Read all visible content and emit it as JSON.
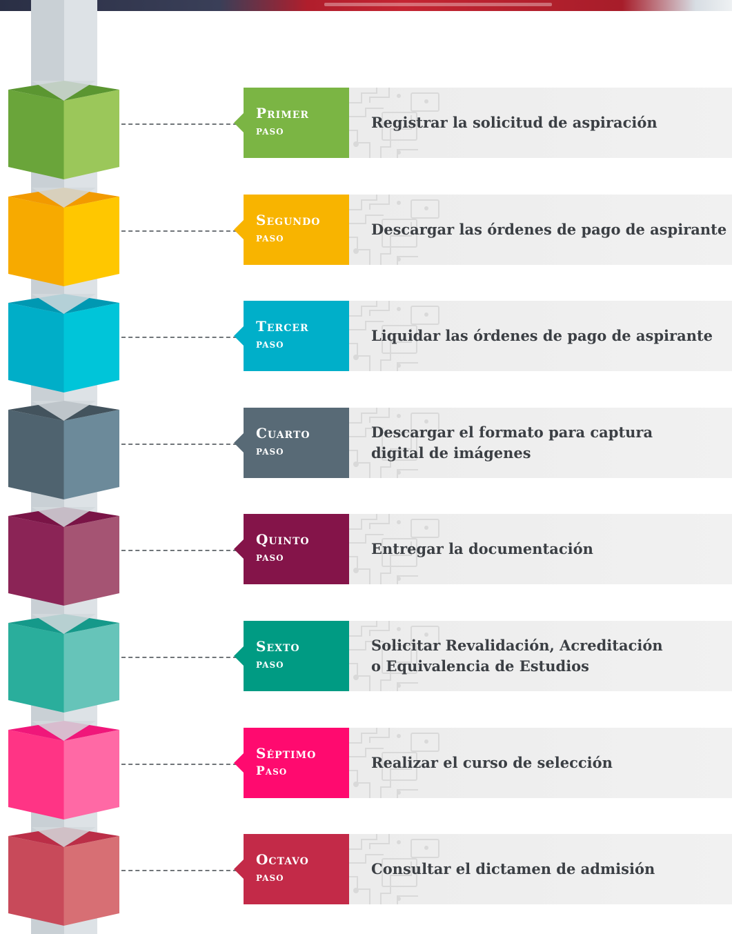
{
  "steps": [
    {
      "label1": "Primer",
      "label2": "paso",
      "description": "Registrar la solicitud de aspiración",
      "colors": {
        "tag": "#7bb544",
        "cube_front": "#6aa53a",
        "cube_side": "#9bc75a",
        "cube_top": "#5b9631"
      }
    },
    {
      "label1": "Segundo",
      "label2": "paso",
      "description": "Descargar las órdenes de pago de aspirante",
      "colors": {
        "tag": "#f8b400",
        "cube_front": "#f7aa00",
        "cube_side": "#ffc700",
        "cube_top": "#f29a00"
      }
    },
    {
      "label1": "Tercer",
      "label2": "paso",
      "description": "Liquidar las órdenes de pago de aspirante",
      "colors": {
        "tag": "#00afc9",
        "cube_front": "#00aec8",
        "cube_side": "#00c5d9",
        "cube_top": "#0098b2"
      }
    },
    {
      "label1": "Cuarto",
      "label2": "paso",
      "description": "Descargar el formato para captura\ndigital de imágenes",
      "colors": {
        "tag": "#586a76",
        "cube_front": "#4f636f",
        "cube_side": "#6c8a9a",
        "cube_top": "#43535d"
      }
    },
    {
      "label1": "Quinto",
      "label2": "paso",
      "description": "Entregar la documentación",
      "colors": {
        "tag": "#841449",
        "cube_front": "#8b2456",
        "cube_side": "#a55473",
        "cube_top": "#7a1446"
      }
    },
    {
      "label1": "Sexto",
      "label2": "paso",
      "description": "Solicitar Revalidación, Acreditación\no Equivalencia de Estudios",
      "colors": {
        "tag": "#009b83",
        "cube_front": "#2aae9c",
        "cube_side": "#66c4b9",
        "cube_top": "#15998a"
      }
    },
    {
      "label1": "Séptimo",
      "label2": "Paso",
      "description": "Realizar el curso de selección",
      "colors": {
        "tag": "#ff0a6f",
        "cube_front": "#ff3485",
        "cube_side": "#ff69a5",
        "cube_top": "#f0177a"
      }
    },
    {
      "label1": "Octavo",
      "label2": "paso",
      "description": "Consultar el dictamen de admisión",
      "colors": {
        "tag": "#c32a48",
        "cube_front": "#c84a5a",
        "cube_side": "#d76f74",
        "cube_top": "#bb2e47"
      }
    }
  ]
}
